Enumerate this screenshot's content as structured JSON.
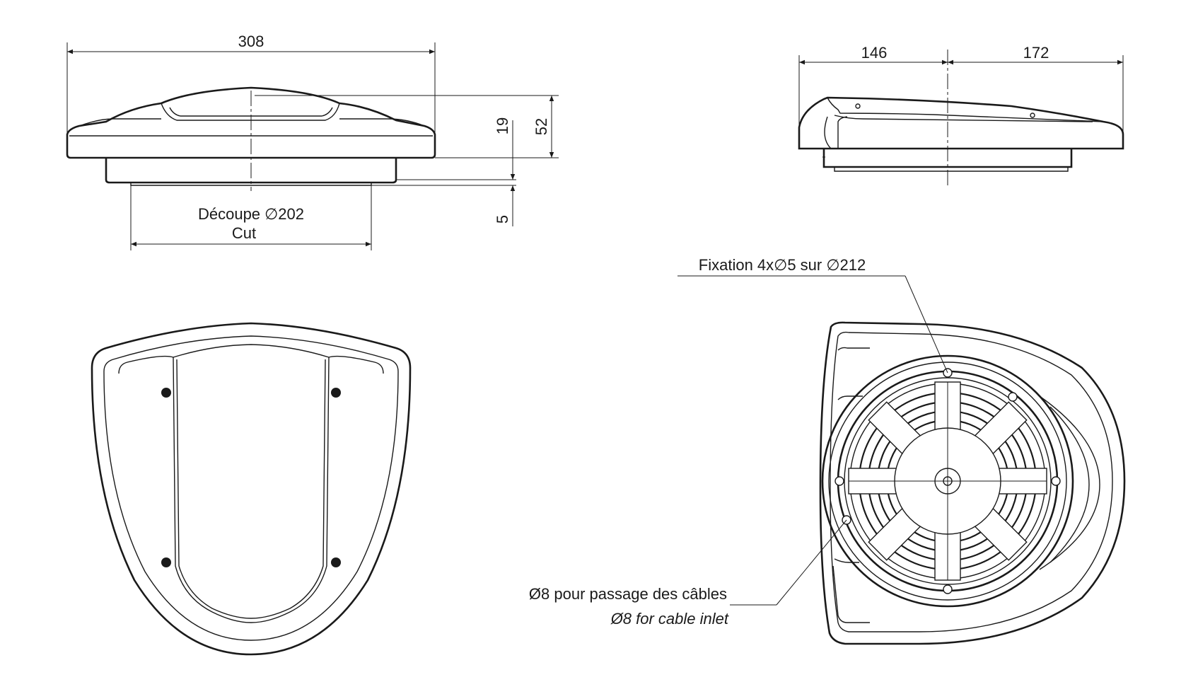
{
  "front_view": {
    "width_label": "308",
    "cut_label_fr": "Découpe ∅202",
    "cut_label_en": "Cut",
    "height_19": "19",
    "height_52": "52",
    "height_5": "5"
  },
  "side_view": {
    "left_label": "146",
    "right_label": "172"
  },
  "bottom_view": {
    "fixation_label": "Fixation 4x∅5 sur ∅212",
    "cable_label_fr": "Ø8 pour passage des câbles",
    "cable_label_en": "Ø8 for cable inlet"
  },
  "colors": {
    "ink": "#1a1a1a",
    "background": "#ffffff"
  }
}
